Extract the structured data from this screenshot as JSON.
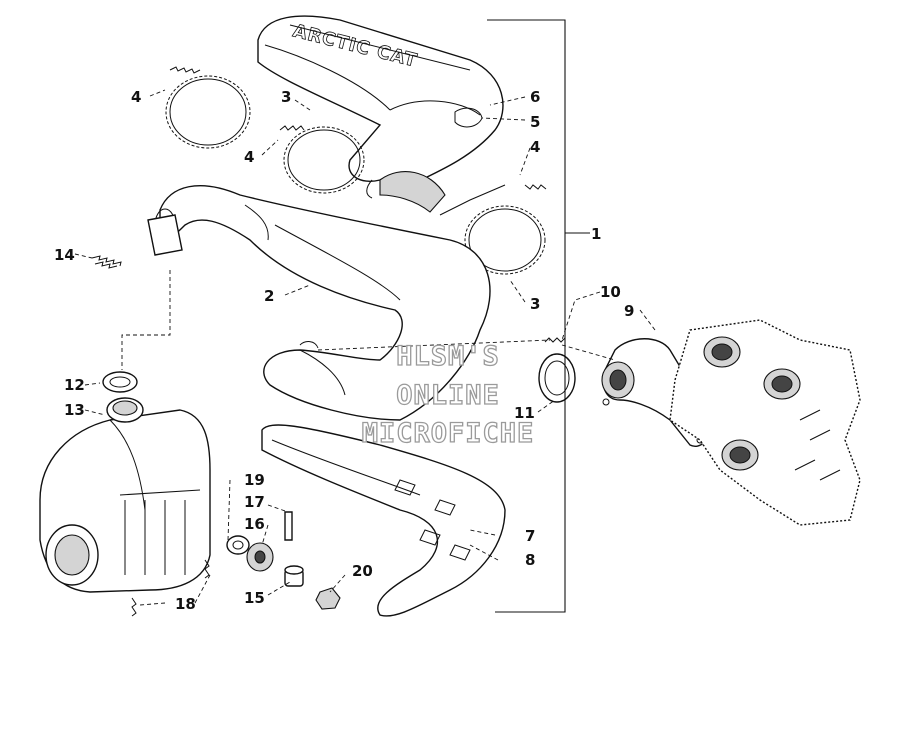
{
  "diagram": {
    "callouts": [
      "1",
      "2",
      "3",
      "3",
      "4",
      "4",
      "4",
      "5",
      "6",
      "7",
      "8",
      "9",
      "10",
      "11",
      "12",
      "13",
      "14",
      "15",
      "16",
      "17",
      "18",
      "19",
      "20"
    ],
    "watermark": [
      "HLSM'S",
      "ONLINE",
      "MICROFICHE"
    ],
    "silencer_logo_text": "ARCTIC CAT"
  }
}
